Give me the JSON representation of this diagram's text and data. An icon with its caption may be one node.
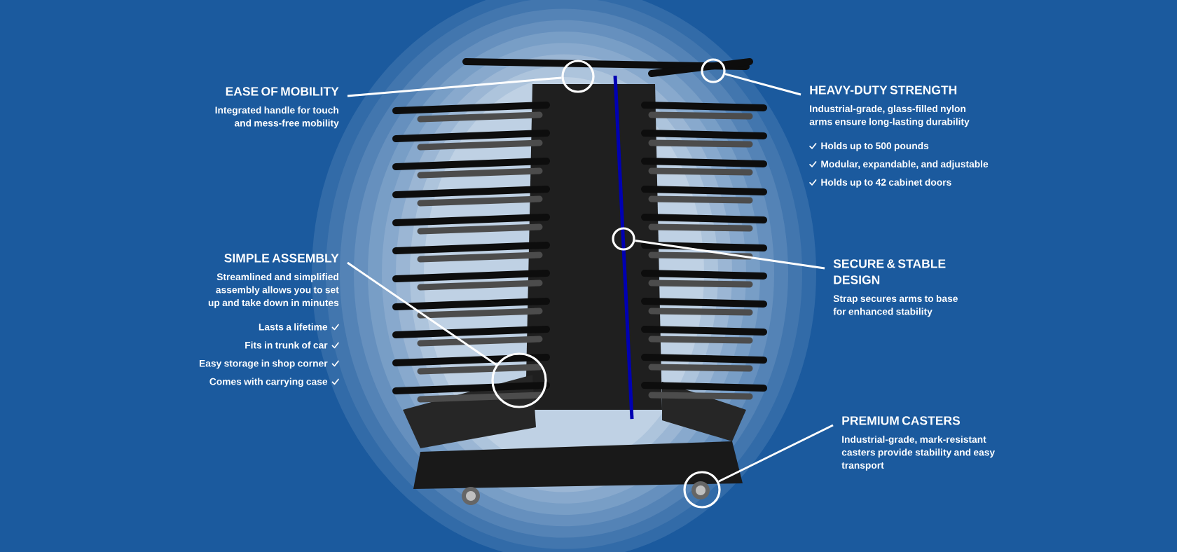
{
  "diagram": {
    "nodes": [
      {
        "text": [
          "EASE OF MOBILITY",
          "Integrated handle for touch and mess-free mobility"
        ]
      },
      {
        "text": [],
        "shape": "circle"
      },
      {
        "text": [
          "HEAVY-DUTY STRENGTH",
          "Industrial-grade, glass-filled nylon arms ensure long-lasting durability",
          "Holds up to 500 pounds",
          "Modular, expandable, and adjustable",
          "Holds up to 42 cabinet doors"
        ]
      },
      {
        "text": [],
        "shape": "circle"
      },
      {
        "text": [
          "SIMPLE ASSEMBLY",
          "Streamlined and simplified assembly allows you to set up and take down in minutes",
          "Lasts a lifetime",
          "Fits in trunk of car",
          "Easy storage in shop corner",
          "Comes with carrying case"
        ]
      },
      {
        "text": [],
        "shape": "circle"
      },
      {
        "text": [
          "SECURE & STABLE DESIGN",
          "Strap secures arms to base for enhanced stability"
        ]
      },
      {
        "text": [],
        "shape": "circle"
      },
      {
        "text": [
          "PREMIUM CASTERS",
          "Industrial-grade, mark-resistant casters provide stability and easy transport"
        ]
      },
      {
        "text": [],
        "shape": "circle"
      }
    ],
    "edges": [
      {
        "from": 0,
        "to": 1,
        "arrow": "none"
      },
      {
        "from": 2,
        "to": 3,
        "arrow": "none"
      },
      {
        "from": 4,
        "to": 5,
        "arrow": "none"
      },
      {
        "from": 6,
        "to": 7,
        "arrow": "none"
      },
      {
        "from": 8,
        "to": 9,
        "arrow": "none"
      }
    ]
  }
}
